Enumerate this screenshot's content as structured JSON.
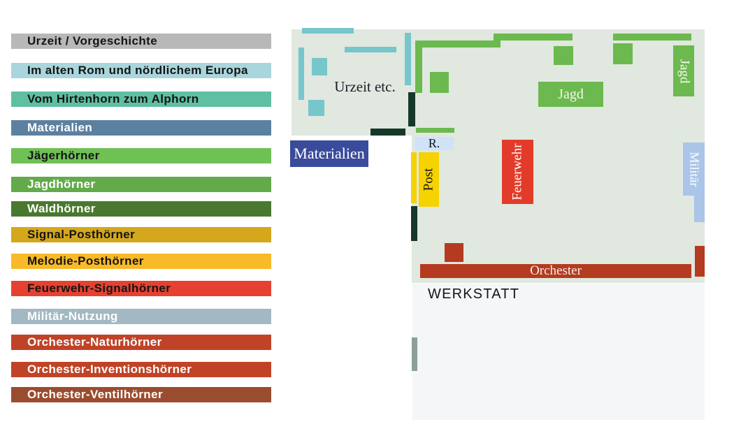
{
  "legend": {
    "items": [
      {
        "label": "Urzeit / Vorgeschichte",
        "color": "#b8b8b8",
        "text_color": "#141414"
      },
      {
        "label": "Im alten Rom und nördlichem Europa",
        "color": "#a9d6dc",
        "text_color": "#141414"
      },
      {
        "label": "Vom Hirtenhorn zum Alphorn",
        "color": "#5fbfa3",
        "text_color": "#141414"
      },
      {
        "label": "Materialien",
        "color": "#5c80a0",
        "text_color": "#ffffff"
      },
      {
        "label": "Jägerhörner",
        "color": "#6fc055",
        "text_color": "#141414"
      },
      {
        "label": "Jagdhörner",
        "color": "#63aa4a",
        "text_color": "#ffffff"
      },
      {
        "label": "Waldhörner",
        "color": "#49792f",
        "text_color": "#ffffff"
      },
      {
        "label": "Signal-Posthörner",
        "color": "#d4a71c",
        "text_color": "#141414"
      },
      {
        "label": "Melodie-Posthörner",
        "color": "#f8ba28",
        "text_color": "#141414"
      },
      {
        "label": "Feuerwehr-Signalhörner",
        "color": "#e64130",
        "text_color": "#141414"
      },
      {
        "label": "Militär-Nutzung",
        "color": "#a2b8c2",
        "text_color": "#ffffff"
      },
      {
        "label": "Orchester-Naturhörner",
        "color": "#c04327",
        "text_color": "#ffffff"
      },
      {
        "label": "Orchester-Inventionshörner",
        "color": "#c04327",
        "text_color": "#ffffff"
      },
      {
        "label": "Orchester-Ventilhörner",
        "color": "#9a4c2e",
        "text_color": "#ffffff"
      }
    ]
  },
  "floorplan": {
    "labels": {
      "urzeit": "Urzeit etc.",
      "materialien": "Materialien",
      "r": "R.",
      "post": "Post",
      "feuerwehr": "Feuerwehr",
      "jagd_room": "Jagd",
      "jagd_side": "Jagd",
      "militaer": "Militär",
      "orchester": "Orchester",
      "werkstatt": "WERKSTATT"
    },
    "colors": {
      "hall_bg": "#e0e8df",
      "werkstatt_bg": "#f4f6f8",
      "white": "#ffffff",
      "teal": "#76c6cc",
      "dark_green": "#16382b",
      "green": "#6cb94f",
      "light_blue": "#cfe2f7",
      "yellow": "#f5d200",
      "red": "#e23b2a",
      "pale_blue": "#abc5e8",
      "dark_red": "#b43b20",
      "navy": "#3a4b9b",
      "gray_green": "#8ba096"
    }
  }
}
